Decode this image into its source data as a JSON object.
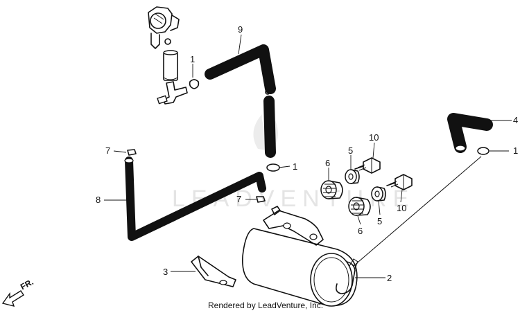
{
  "diagram": {
    "watermark": "LEADVENTURE",
    "credit": "Rendered by LeadVenture, Inc.",
    "direction_label": "FR.",
    "callouts": {
      "c9": "9",
      "c1a": "1",
      "c1b": "1",
      "c1c": "1",
      "c4": "4",
      "c7a": "7",
      "c7b": "7",
      "c8": "8",
      "c6a": "6",
      "c6b": "6",
      "c5a": "5",
      "c5b": "5",
      "c10a": "10",
      "c10b": "10",
      "c3": "3",
      "c2": "2"
    }
  }
}
